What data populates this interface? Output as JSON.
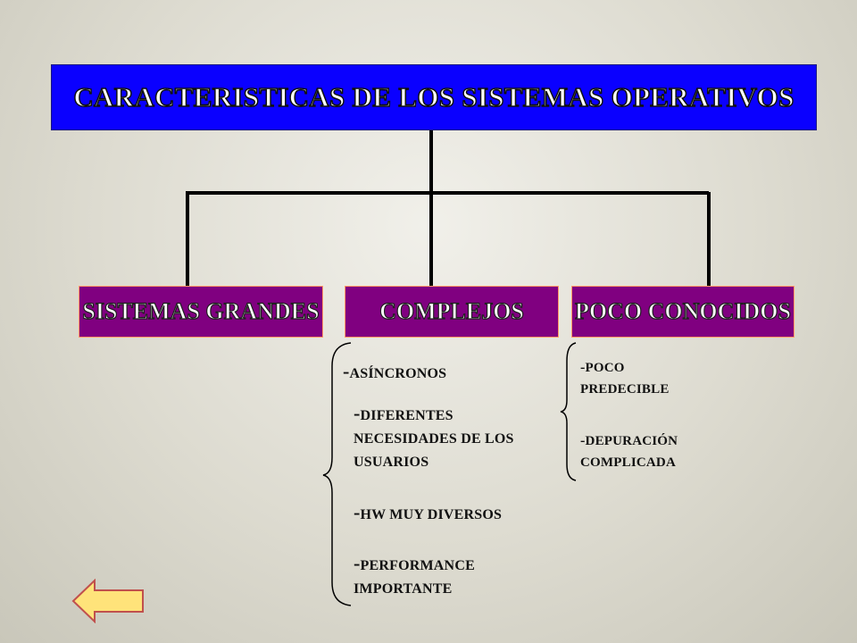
{
  "title": "CARACTERISTICAS DE LOS SISTEMAS OPERATIVOS",
  "nodes": [
    {
      "label": "SISTEMAS GRANDES"
    },
    {
      "label": "COMPLEJOS"
    },
    {
      "label": "POCO CONOCIDOS"
    }
  ],
  "complejos_items": [
    {
      "dash": "-",
      "text": "ASÍNCRONOS"
    },
    {
      "dash": "-",
      "text": "DIFERENTES",
      "line2": "NECESIDADES DE LOS",
      "line3": "USUARIOS"
    },
    {
      "dash": "-",
      "text": "HW MUY DIVERSOS"
    },
    {
      "dash": "-",
      "text": "PERFORMANCE",
      "line2": "IMPORTANTE"
    }
  ],
  "poco_conocidos_items": [
    {
      "dash": "-",
      "text": "POCO",
      "line2": "PREDECIBLE"
    },
    {
      "dash": "-",
      "text": "DEPURACIÓN",
      "line2": "COMPLICADA"
    }
  ],
  "colors": {
    "title_bg": "#0a00ff",
    "node_bg": "#800080",
    "node_border": "#ff9966",
    "back_arrow": "#ffe37a"
  },
  "icons": {
    "back": "left-arrow-icon"
  }
}
